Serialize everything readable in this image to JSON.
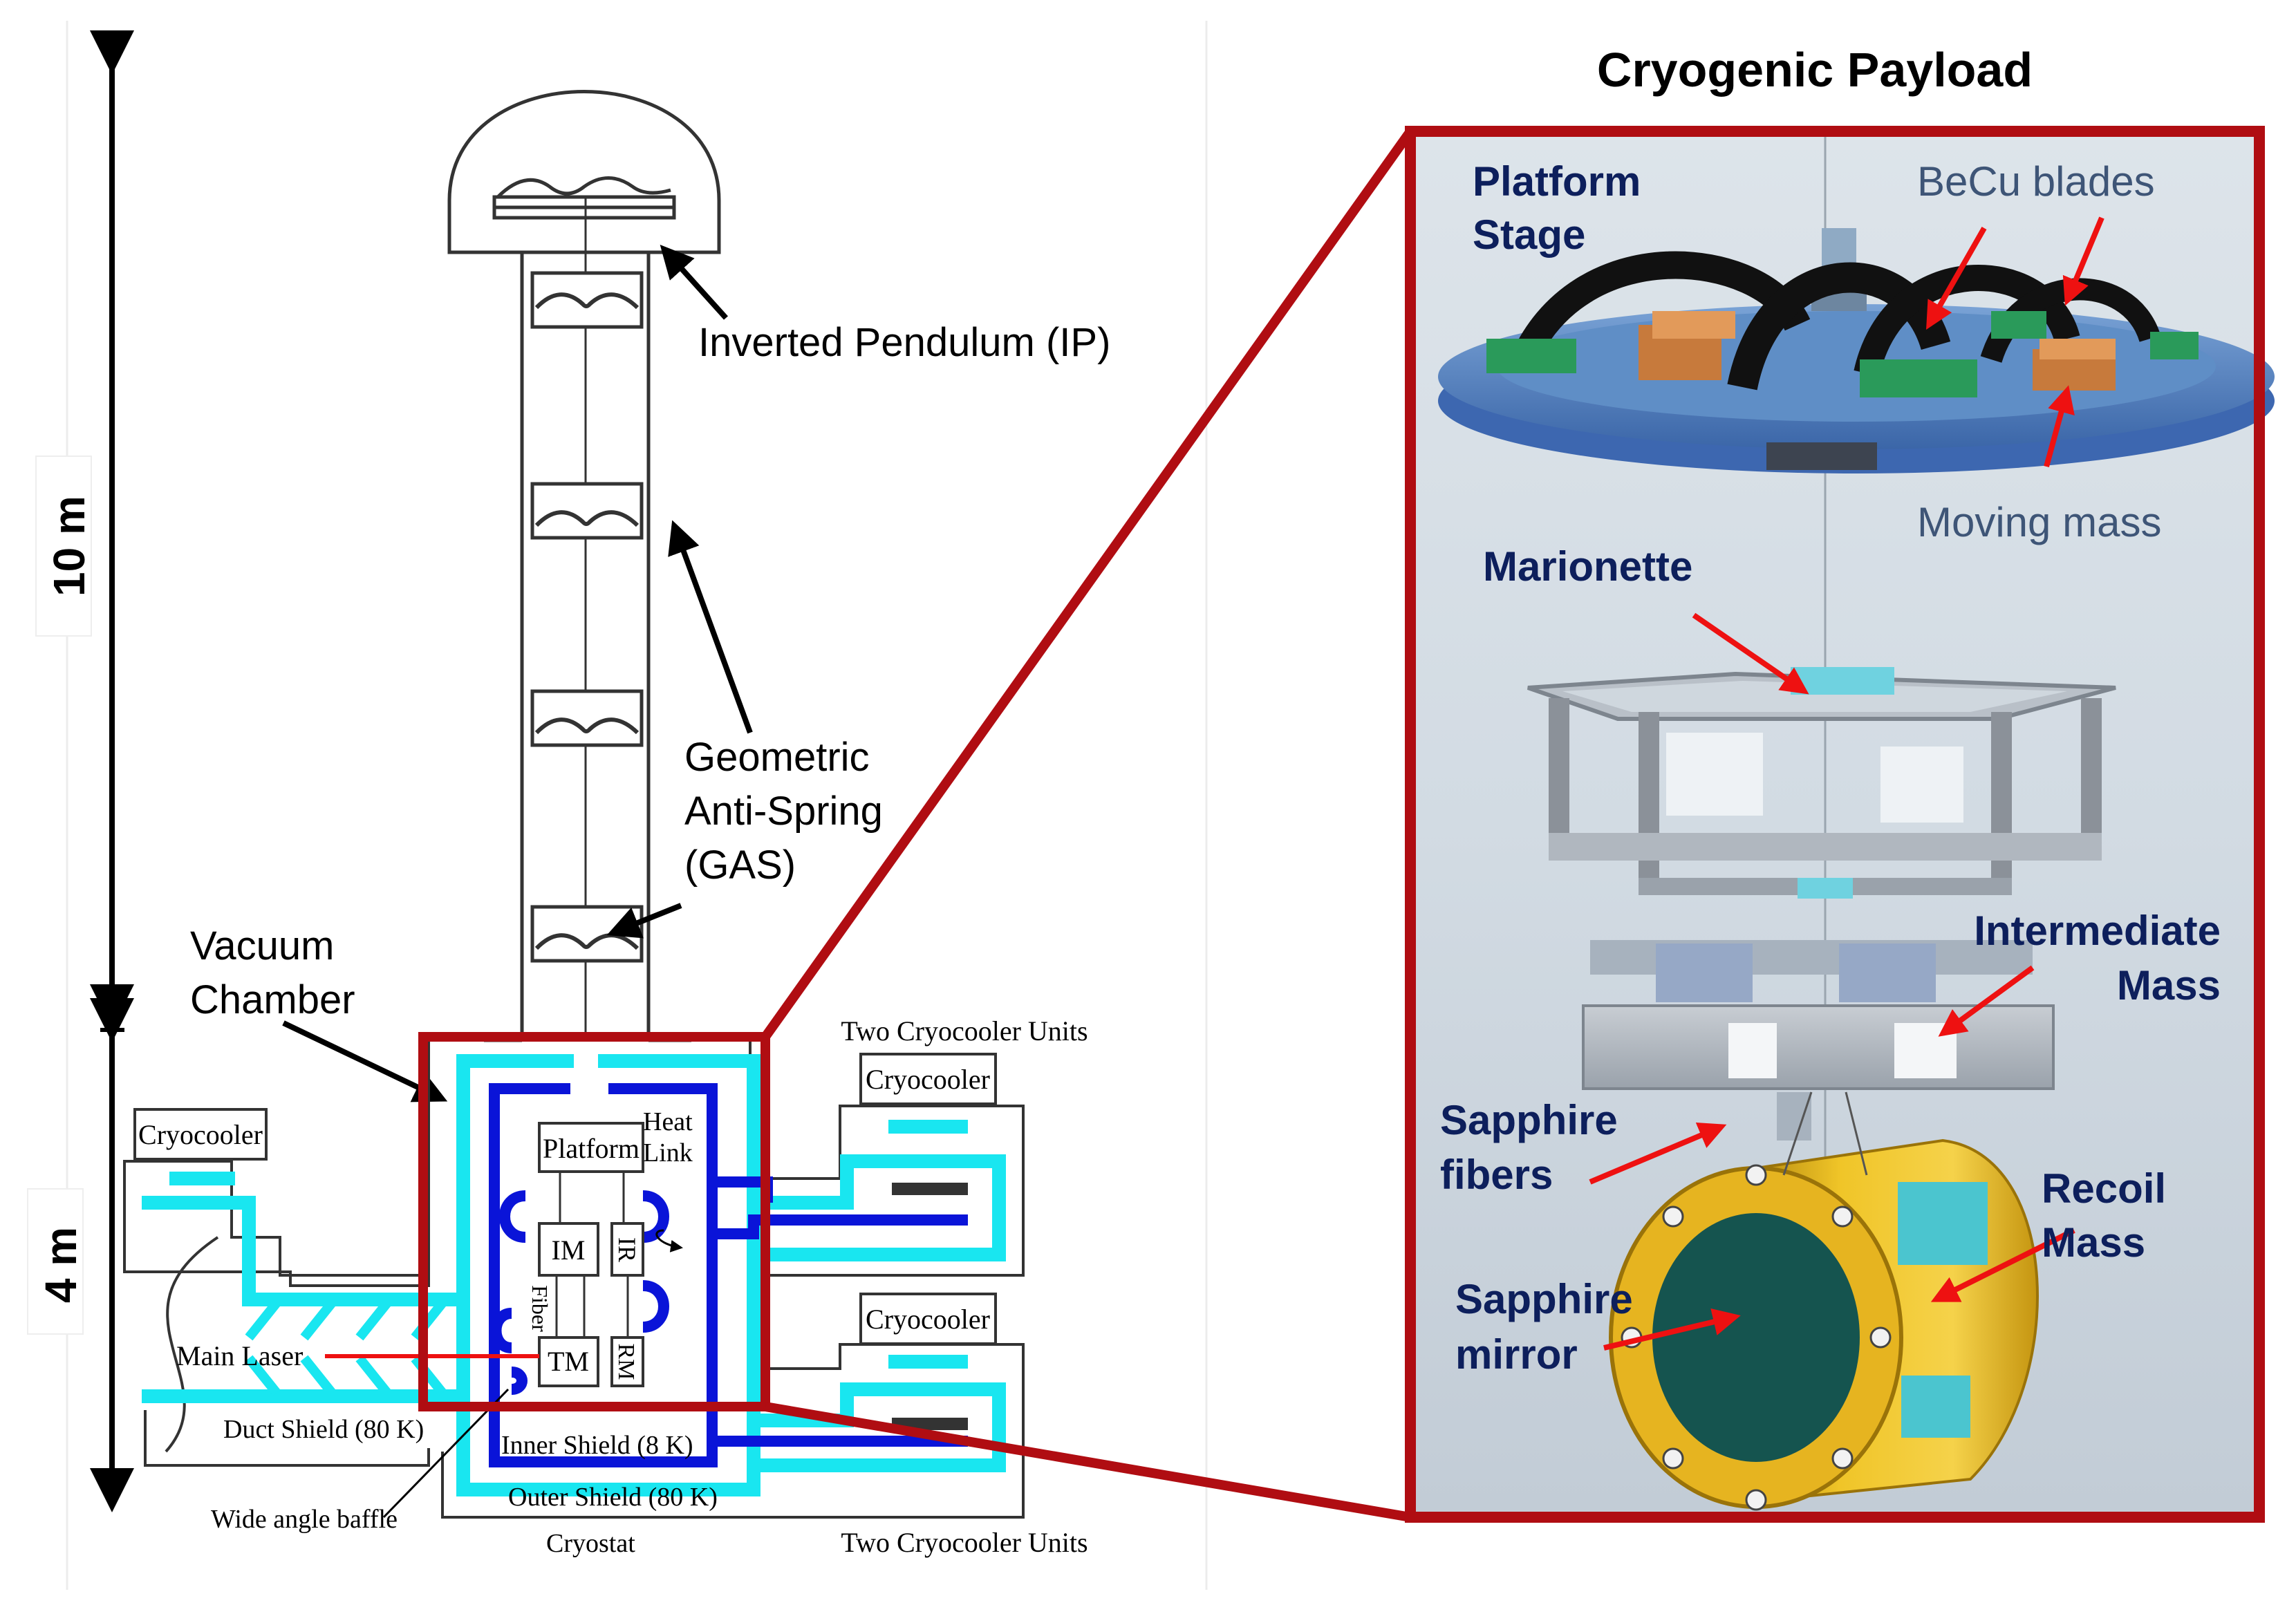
{
  "left": {
    "height_top": "10 m",
    "height_bottom": "4 m",
    "labels": {
      "ip": "Inverted Pendulum (IP)",
      "gas": [
        "Geometric",
        "Anti-Spring",
        "(GAS)"
      ],
      "vacuum": [
        "Vacuum",
        "Chamber"
      ]
    },
    "cryostat": {
      "two_units_top": "Two Cryocooler Units",
      "two_units_bottom": "Two Cryocooler Units",
      "cryocooler": "Cryocooler",
      "platform": "Platform",
      "heat_link": [
        "Heat",
        "Link"
      ],
      "im": "IM",
      "ir": "IR",
      "fiber": "Fiber",
      "tm": "TM",
      "rm": "RM",
      "main_laser": "Main Laser",
      "duct_shield": "Duct Shield (80 K)",
      "inner_shield": "Inner Shield (8 K)",
      "outer_shield": "Outer Shield (80 K)",
      "baffle": "Wide angle baffle",
      "cryostat": "Cryostat"
    }
  },
  "right": {
    "title": "Cryogenic Payload",
    "labels": {
      "platform_stage": [
        "Platform",
        "Stage"
      ],
      "becu": "BeCu blades",
      "moving_mass": "Moving mass",
      "marionette": "Marionette",
      "intermediate": [
        "Intermediate",
        "Mass"
      ],
      "sapphire_fibers": [
        "Sapphire",
        "fibers"
      ],
      "recoil": [
        "Recoil",
        "Mass"
      ],
      "sapphire_mirror": [
        "Sapphire",
        "mirror"
      ]
    }
  },
  "colors": {
    "frame_red": "#b00d12",
    "inner_shield_blue": "#0a14d8",
    "outer_shield_cyan": "#19e6f0",
    "label_navy": "#0d1f5c"
  }
}
